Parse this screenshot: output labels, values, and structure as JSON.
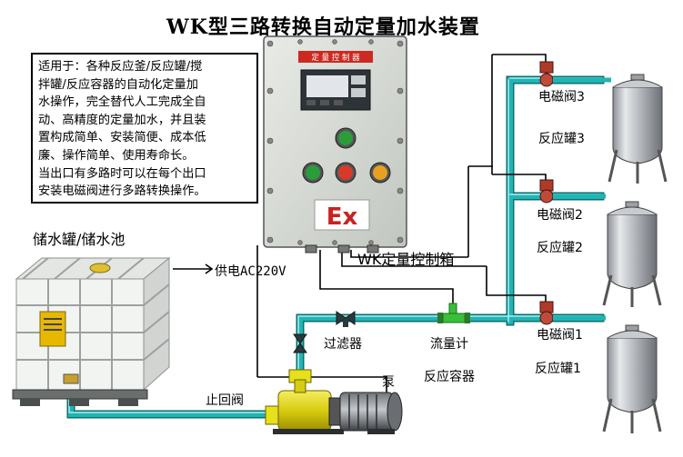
{
  "title": "WK型三路转换自动定量加水装置",
  "description": [
    "适用于：各种反应釜/反应罐/搅",
    "拌罐/反应容器的自动化定量加",
    "水操作，完全替代人工完成全自",
    "动、高精度的定量加水，并且装",
    "置构成简单、安装简便、成本低",
    "廉、操作简单、使用寿命长。",
    "当出口有多路时可以在每个出口",
    "安装电磁阀进行多路转换操作。"
  ],
  "panel": {
    "header_label": "定 量 控 制 器",
    "ex_mark": "Ex"
  },
  "labels": {
    "storage": "储水罐/储水池",
    "power": "供电AC220V",
    "controller": "WK定量控制箱",
    "filter": "过滤器",
    "flowmeter": "流量计",
    "container": "反应容器",
    "pump": "泵",
    "check_valve": "止回阀",
    "valve1": "电磁阀1",
    "valve2": "电磁阀2",
    "valve3": "电磁阀3",
    "tank1": "反应罐1",
    "tank2": "反应罐2",
    "tank3": "反应罐3"
  },
  "colors": {
    "pipe": "#1aa8a8",
    "panel_body": "#d9dcd8",
    "ex_red": "#cc2020",
    "button_green": "#2a9d3a",
    "button_red": "#d83a2a",
    "button_orange": "#e8a020",
    "valve_red": "#b03a2a",
    "flowmeter_green": "#38c038"
  }
}
